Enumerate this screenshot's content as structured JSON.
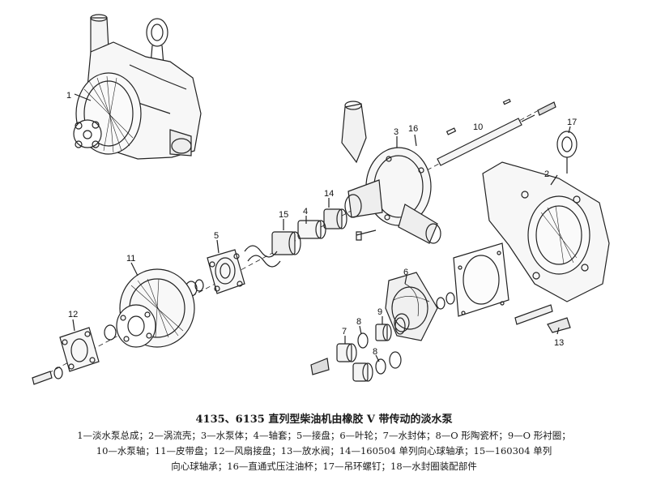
{
  "figure": {
    "callouts": [
      {
        "id": "c1",
        "label": "1"
      },
      {
        "id": "c2",
        "label": "2"
      },
      {
        "id": "c3",
        "label": "3"
      },
      {
        "id": "c4",
        "label": "4"
      },
      {
        "id": "c5",
        "label": "5"
      },
      {
        "id": "c6",
        "label": "6"
      },
      {
        "id": "c7",
        "label": "7"
      },
      {
        "id": "c8a",
        "label": "8"
      },
      {
        "id": "c8b",
        "label": "8"
      },
      {
        "id": "c9",
        "label": "9"
      },
      {
        "id": "c10",
        "label": "10"
      },
      {
        "id": "c11",
        "label": "11"
      },
      {
        "id": "c12",
        "label": "12"
      },
      {
        "id": "c13",
        "label": "13"
      },
      {
        "id": "c14",
        "label": "14"
      },
      {
        "id": "c15",
        "label": "15"
      },
      {
        "id": "c16",
        "label": "16"
      },
      {
        "id": "c17",
        "label": "17"
      }
    ]
  },
  "caption": {
    "title": "4135、6135 直列型柴油机由橡胶 V 带传动的淡水泵",
    "legend_lines": [
      "1—淡水泵总成；2—涡流壳；3—水泵体；4—轴套；5—接盘；6—叶轮；7—水封体；8—O 形陶瓷杯；9—O 形衬圈；",
      "10—水泵轴；11—皮带盘；12—风扇接盘；13—放水阀；14—160504 单列向心球轴承；15—160304 单列",
      "向心球轴承；16—直通式压注油杯；17—吊环螺钉；18—水封圈装配部件"
    ]
  }
}
